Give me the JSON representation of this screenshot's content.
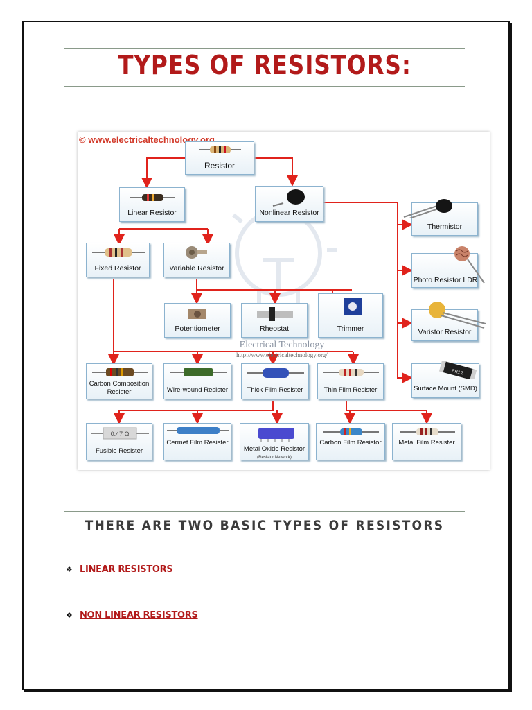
{
  "title": "TYPES OF RESISTORS:",
  "diagram": {
    "watermark": "© www.electricaltechnology.org",
    "watermark_center": "Electrical Technology",
    "watermark_url": "http://www.electricaltechnology.org/",
    "nodes": {
      "resistor": "Resistor",
      "linear": "Linear Resistor",
      "nonlinear": "Nonlinear Resistor",
      "fixed": "Fixed Resistor",
      "variable": "Variable Resistor",
      "potentiometer": "Potentiometer",
      "rheostat": "Rheostat",
      "trimmer": "Trimmer",
      "thermistor": "Thermistor",
      "photo": "Photo Resistor LDR",
      "varistor": "Varistor Resistor",
      "smd": "Surface Mount (SMD)",
      "carbon_comp": "Carbon Composition Resister",
      "wire_wound": "Wire-wound Resister",
      "thick_film": "Thick Film Resister",
      "thin_film": "Thin Film Resister",
      "fusible": "Fusible Resister",
      "cermet": "Cermet Film Resister",
      "metal_oxide": "Metal Oxide Resistor",
      "metal_oxide_sub": "(Resistor Network)",
      "carbon_film": "Carbon Film Resistor",
      "metal_film": "Metal Film Resister",
      "fusible_value": "0.47 Ω",
      "smd_code": "8R12"
    }
  },
  "subtitle": "THERE ARE TWO BASIC TYPES OF RESISTORS",
  "bullets": [
    "LINEAR RESISTORS",
    "NON LINEAR RESISTORS"
  ],
  "colors": {
    "title": "#b21a1a",
    "arrow": "#e0231c",
    "box_border": "#8cb3cf"
  }
}
